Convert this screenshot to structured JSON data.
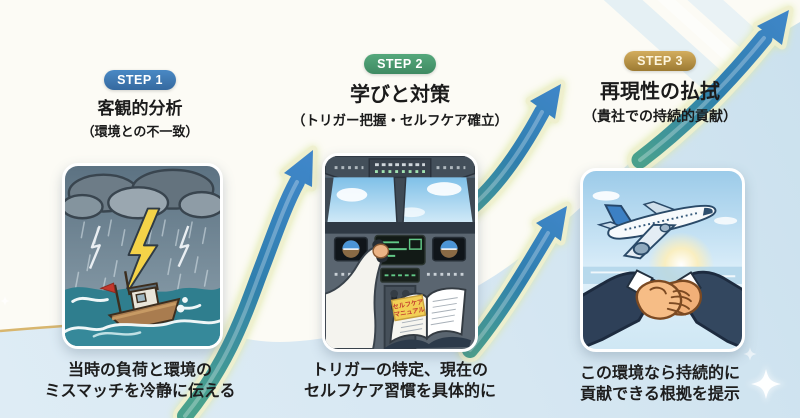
{
  "steps": [
    {
      "badge": "STEP 1",
      "title": "客観的分析",
      "subtitle": "（環境との不一致）",
      "illustration": "storm-boat",
      "caption_line1": "当時の負荷と環境の",
      "caption_line2": "ミスマッチを冷静に伝える"
    },
    {
      "badge": "STEP 2",
      "title": "学びと対策",
      "subtitle": "（トリガー把握・セルフケア確立）",
      "illustration": "cockpit-selfcare-manual",
      "book_note": {
        "line1": "セルフケア",
        "line2": "マニュアル"
      },
      "caption_line1": "トリガーの特定、現在の",
      "caption_line2": "セルフケア習慣を具体的に"
    },
    {
      "badge": "STEP 3",
      "title": "再現性の払拭",
      "subtitle": "（貴社での持続的貢献）",
      "illustration": "handshake-airplane",
      "caption_line1": "この環境なら持続的に",
      "caption_line2": "貢献できる根拠を提示"
    }
  ],
  "colors": {
    "step1_badge": "#3c79b4",
    "step2_badge": "#4f9e74",
    "step3_badge_gold": "#b3893f",
    "arrow_teal": "#49a18d",
    "arrow_blue": "#3f86c9",
    "arrow_glow": "#dde8a6",
    "background_band": "#d9e9f2",
    "gold_line": "#d8b66e",
    "text_dark": "#1d1d1d",
    "sparkle": "#ffffff"
  }
}
